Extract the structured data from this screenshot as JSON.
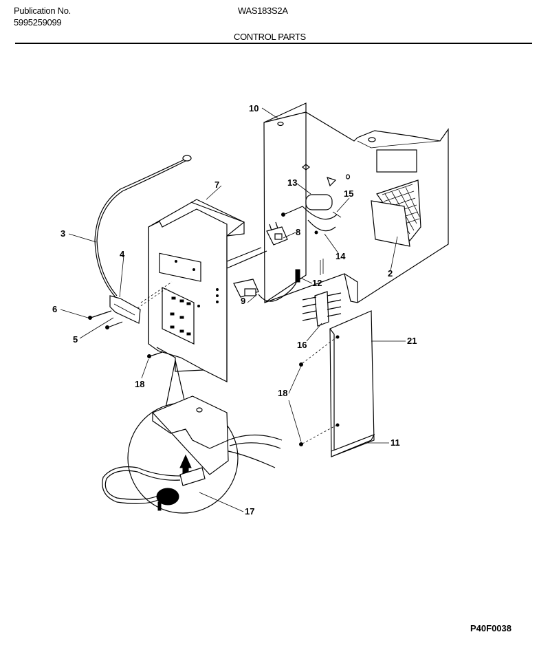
{
  "header": {
    "publication_label": "Publication No.",
    "publication_number": "5995259099",
    "model": "WAS183S2A",
    "section_title": "CONTROL PARTS"
  },
  "figure_code": "P40F0038",
  "callouts": [
    "10",
    "7",
    "13",
    "15",
    "3",
    "4",
    "8",
    "14",
    "2",
    "6",
    "5",
    "12",
    "9",
    "16",
    "21",
    "18",
    "18",
    "11",
    "17"
  ]
}
